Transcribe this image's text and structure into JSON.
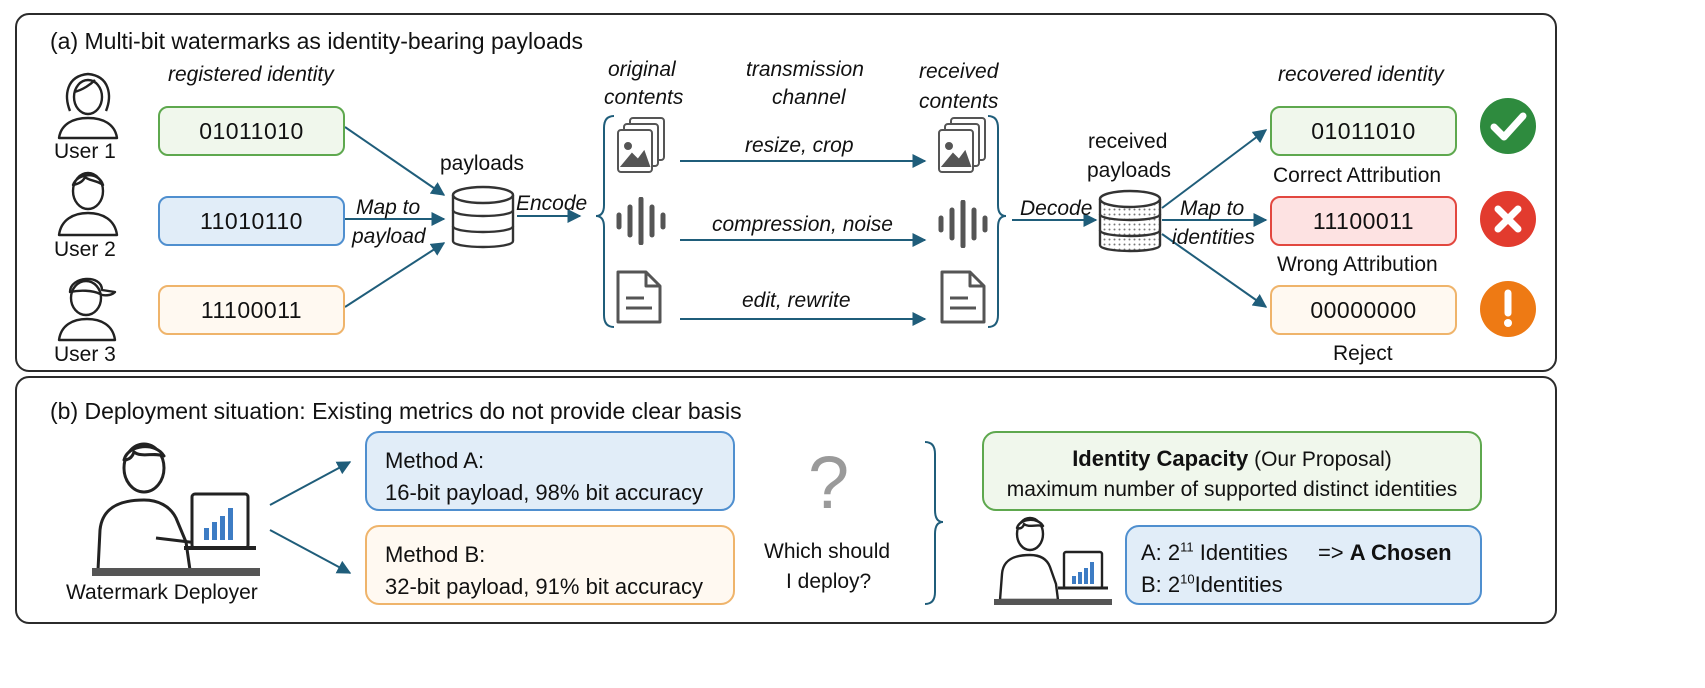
{
  "panel_a": {
    "title": "(a) Multi-bit watermarks as identity-bearing  payloads",
    "registered_identity": "registered identity",
    "users": [
      "User 1",
      "User 2",
      "User 3"
    ],
    "user_codes": [
      "01011010",
      "11010110",
      "11100011"
    ],
    "map_to": "Map to",
    "payload_word": "payload",
    "payloads": "payloads",
    "encode": "Encode",
    "original": "original",
    "contents": "contents",
    "transmission": "transmission",
    "channel": "channel",
    "received": "received",
    "received_contents": "contents",
    "attacks": [
      "resize, crop",
      "compression, noise",
      "edit, rewrite"
    ],
    "decode": "Decode",
    "received_payloads_1": "received",
    "received_payloads_2": "payloads",
    "map_to_2": "Map to",
    "identities": "identities",
    "recovered_identity": "recovered identity",
    "recovered_codes": [
      "01011010",
      "11100011",
      "00000000"
    ],
    "outcomes": [
      "Correct Attribution",
      "Wrong Attribution",
      "Reject"
    ],
    "outcome_icons": [
      "check-icon",
      "cross-icon",
      "exclamation-icon"
    ],
    "outcome_colors": [
      "#2e8b3e",
      "#e23b2e",
      "#ee7a14"
    ]
  },
  "panel_b": {
    "title": "(b) Deployment situation: Existing metrics do not provide clear basis",
    "deployer": "Watermark Deployer",
    "method_a_title": "Method A:",
    "method_a_desc": "16-bit payload, 98% bit accuracy",
    "method_b_title": "Method B:",
    "method_b_desc": "32-bit payload, 91% bit accuracy",
    "question_mark": "?",
    "question_1": "Which should",
    "question_2": "I deploy?",
    "capacity_title": "Identity Capacity",
    "capacity_note": "(Our Proposal)",
    "capacity_desc": "maximum number of supported distinct identities",
    "a_prefix": "A: 2",
    "a_exp": "11",
    "a_rest": " Identities",
    "a_arrow": "=>",
    "a_chosen": "A Chosen",
    "b_prefix": "B: 2",
    "b_exp": "10",
    "b_rest": "Identities"
  }
}
